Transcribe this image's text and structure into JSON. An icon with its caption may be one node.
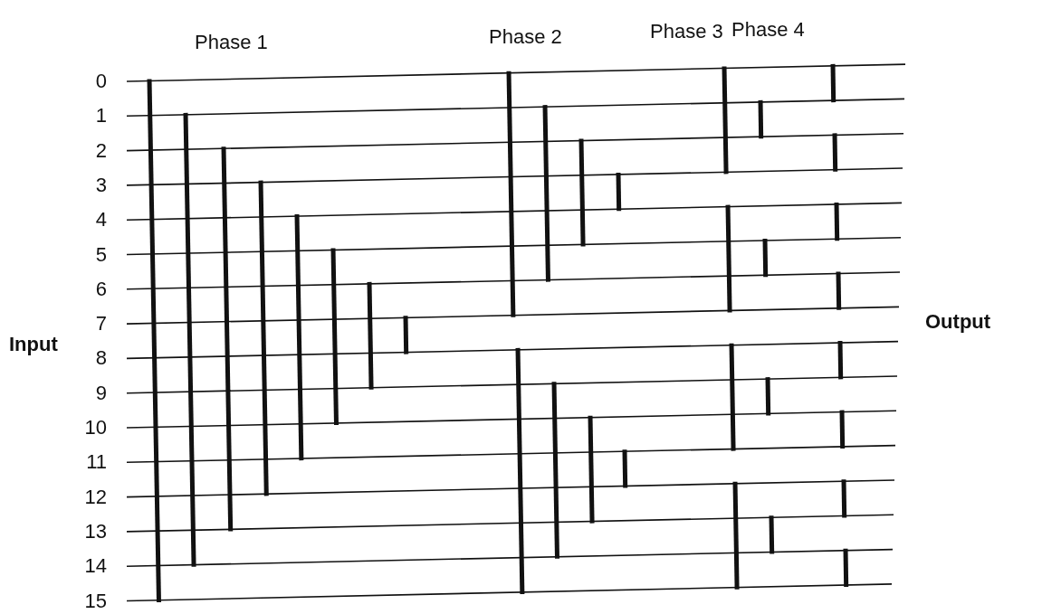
{
  "diagram": {
    "labels": [
      "Phase 1",
      "Phase 2",
      "Phase 3",
      "Phase 4",
      "0",
      "1",
      "2",
      "3",
      "4",
      "5",
      "6",
      "7",
      "8",
      "9",
      "10",
      "11",
      "12",
      "13",
      "14",
      "15",
      "Input",
      "Output"
    ]
  }
}
